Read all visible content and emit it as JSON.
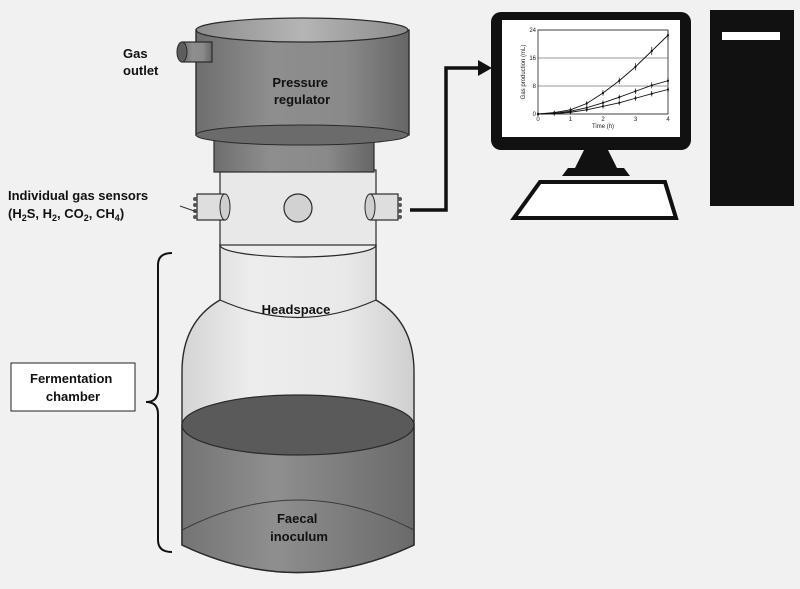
{
  "labels": {
    "gas_outlet": [
      "Gas",
      "outlet"
    ],
    "pressure_regulator": [
      "Pressure",
      "regulator"
    ],
    "gas_sensors": [
      "Individual gas sensors"
    ],
    "headspace": "Headspace",
    "fermentation_chamber": [
      "Fermentation",
      "chamber"
    ],
    "faecal_inoculum": [
      "Faecal",
      "inoculum"
    ]
  },
  "chart_data": {
    "type": "line",
    "xlabel": "Time (h)",
    "ylabel": "Gas production (mL)",
    "xlim": [
      0,
      4
    ],
    "ylim": [
      0,
      24
    ],
    "xticks": [
      "0",
      "1",
      "2",
      "3",
      "4"
    ],
    "yticks": [
      "0",
      "8",
      "16",
      "24"
    ],
    "grid": "horizontal",
    "x": [
      0,
      0.5,
      1,
      1.5,
      2,
      2.5,
      3,
      3.5,
      4
    ],
    "series": [
      {
        "values": [
          0,
          0.4,
          1.2,
          3.0,
          6.0,
          9.5,
          13.5,
          18.0,
          22.5
        ]
      },
      {
        "values": [
          0,
          0.2,
          0.8,
          1.8,
          3.2,
          4.8,
          6.5,
          8.2,
          9.5
        ]
      },
      {
        "values": [
          0,
          0.1,
          0.5,
          1.2,
          2.2,
          3.2,
          4.5,
          5.8,
          7.0
        ]
      }
    ]
  },
  "colors": {
    "background": "#f1f1f1",
    "metal_dark": "#7d7d7d",
    "glass": "#e2e2e2",
    "liquid": "#838383",
    "monitor": "#111111",
    "screen": "#ffffff"
  }
}
